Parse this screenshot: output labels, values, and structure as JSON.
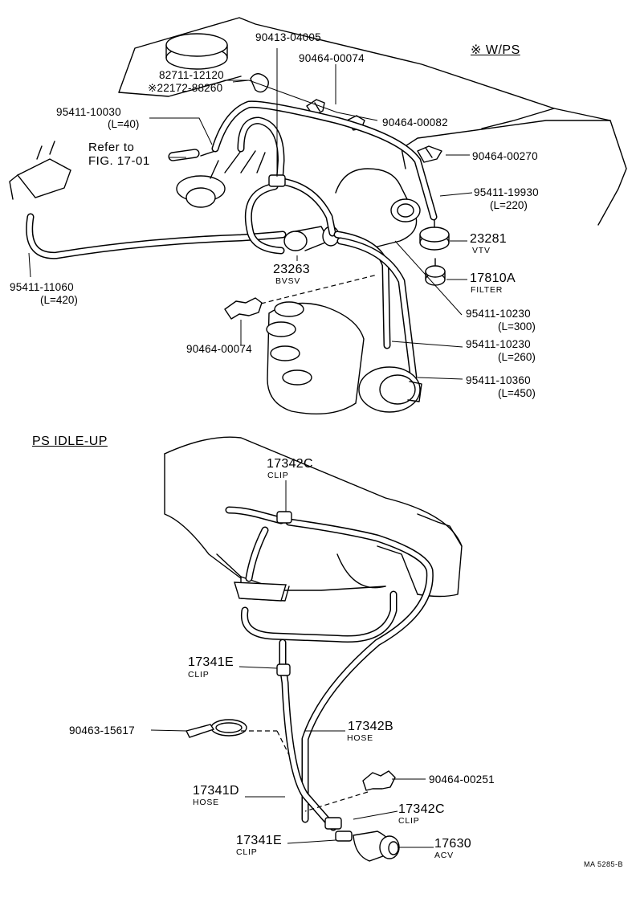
{
  "top_section": {
    "wps_note": "※ W/PS",
    "refer": {
      "line1": "Refer to",
      "line2": "FIG. 17-01"
    },
    "parts": [
      {
        "id": "p1",
        "number": "90413-04005"
      },
      {
        "id": "p2",
        "number": "90464-00074"
      },
      {
        "id": "p3",
        "number": "82711-12120"
      },
      {
        "id": "p4",
        "number": "※22172-88260"
      },
      {
        "id": "p5",
        "number": "90464-00082"
      },
      {
        "id": "p6",
        "number": "95411-10030",
        "length": "(L=40)"
      },
      {
        "id": "p7",
        "number": "90464-00270"
      },
      {
        "id": "p8",
        "number": "95411-19930",
        "length": "(L=220)"
      },
      {
        "id": "p9",
        "number": "23281",
        "name": "VTV"
      },
      {
        "id": "p10",
        "number": "23263",
        "name": "BVSV"
      },
      {
        "id": "p11",
        "number": "17810A",
        "name": "FILTER"
      },
      {
        "id": "p12",
        "number": "95411-11060",
        "length": "(L=420)"
      },
      {
        "id": "p13",
        "number": "95411-10230",
        "length": "(L=300)"
      },
      {
        "id": "p14",
        "number": "90464-00074"
      },
      {
        "id": "p15",
        "number": "95411-10230",
        "length": "(L=260)"
      },
      {
        "id": "p16",
        "number": "95411-10360",
        "length": "(L=450)"
      }
    ]
  },
  "bottom_section": {
    "title": "PS  IDLE-UP",
    "parts": [
      {
        "id": "b1",
        "number": "17342C",
        "name": "CLIP"
      },
      {
        "id": "b2",
        "number": "17341E",
        "name": "CLIP"
      },
      {
        "id": "b3",
        "number": "90463-15617"
      },
      {
        "id": "b4",
        "number": "17342B",
        "name": "HOSE"
      },
      {
        "id": "b5",
        "number": "90464-00251"
      },
      {
        "id": "b6",
        "number": "17341D",
        "name": "HOSE"
      },
      {
        "id": "b7",
        "number": "17342C",
        "name": "CLIP"
      },
      {
        "id": "b8",
        "number": "17341E",
        "name": "CLIP"
      },
      {
        "id": "b9",
        "number": "17630",
        "name": "ACV"
      }
    ]
  },
  "footer_code": "MA  5285-B"
}
